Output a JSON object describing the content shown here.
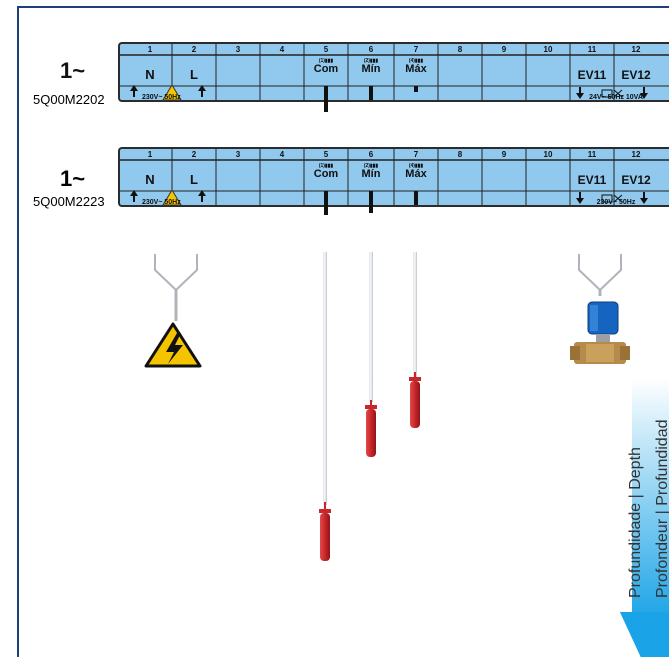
{
  "units": [
    {
      "phase": "1~",
      "model": "5Q00M2202",
      "terminals": [
        "1",
        "2",
        "3",
        "4",
        "5",
        "6",
        "7",
        "8",
        "9",
        "10",
        "11",
        "12"
      ],
      "sub_labels": {
        "5": "(1)",
        "6": "(2)",
        "7": "(4)"
      },
      "labels": {
        "N": "N",
        "L": "L",
        "com": "Com",
        "min": "Mín",
        "max": "Máx",
        "ev11": "EV11",
        "ev12": "EV12"
      },
      "power": "230V~ 50Hz",
      "valve_power": "24V~ 50Hz 10VA"
    },
    {
      "phase": "1~",
      "model": "5Q00M2223",
      "terminals": [
        "1",
        "2",
        "3",
        "4",
        "5",
        "6",
        "7",
        "8",
        "9",
        "10",
        "11",
        "12"
      ],
      "sub_labels": {
        "5": "(1)",
        "6": "(2)",
        "7": "(4)"
      },
      "labels": {
        "N": "N",
        "L": "L",
        "com": "Com",
        "min": "Mín",
        "max": "Máx",
        "ev11": "EV11",
        "ev12": "EV12"
      },
      "power": "230V~ 50Hz",
      "valve_power": "230V~ 50Hz"
    }
  ],
  "depth_labels": [
    "Profundidade | Depth",
    "Profondeur | Profundidad"
  ],
  "colors": {
    "panel": "#90c8ee",
    "probe": "#c8262a",
    "arrow": "#1aa3e6",
    "frame": "#1f3e7a",
    "warning": "#f5c400"
  },
  "icons": [
    "high-voltage-icon",
    "solenoid-valve-icon"
  ]
}
